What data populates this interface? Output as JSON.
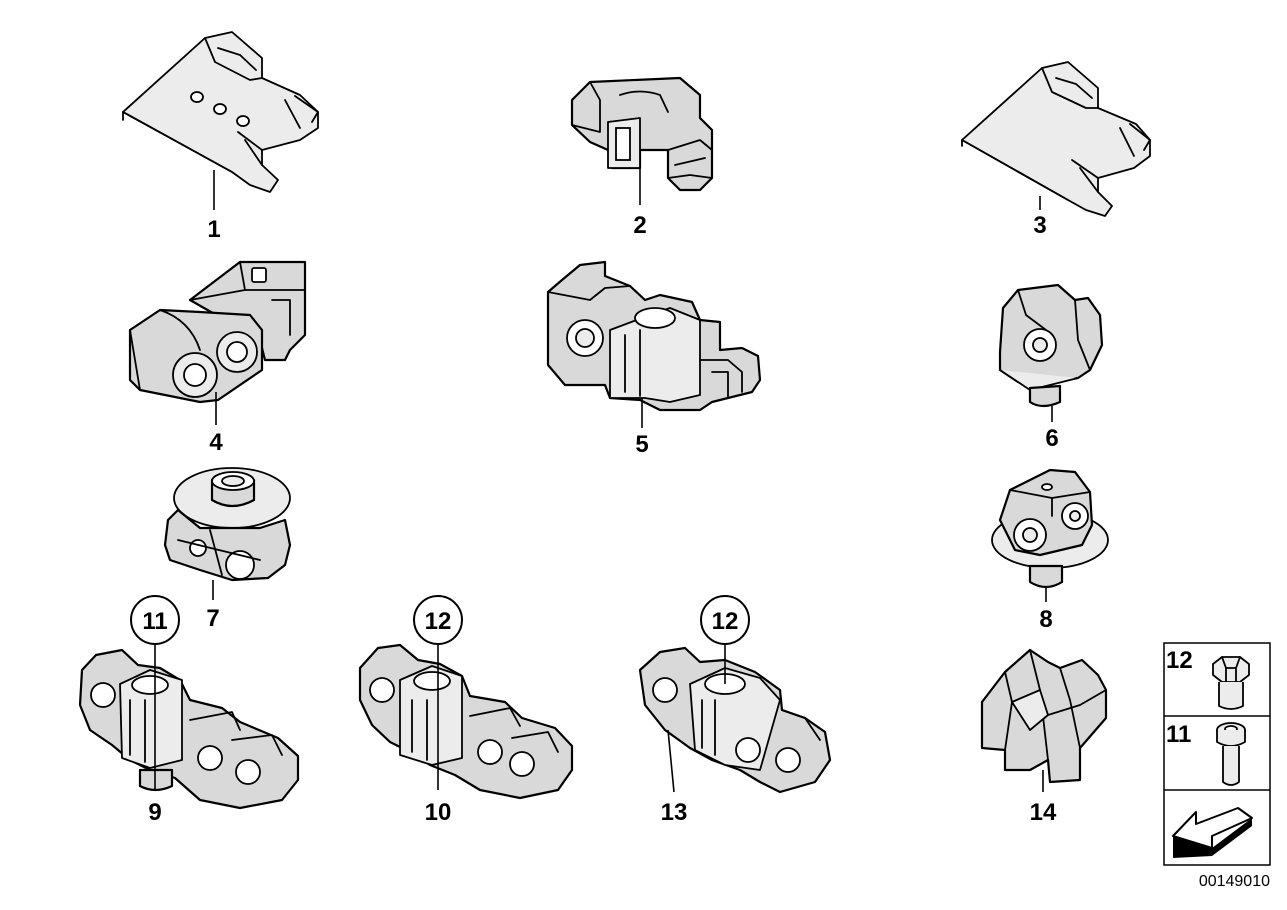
{
  "diagram": {
    "part_numbers": {
      "p1": "1",
      "p2": "2",
      "p3": "3",
      "p4": "4",
      "p5": "5",
      "p6": "6",
      "p7": "7",
      "p8": "8",
      "p9": "9",
      "p10": "10",
      "p13": "13",
      "p14": "14"
    },
    "callouts": {
      "c9": "11",
      "c10": "12",
      "c13": "12"
    },
    "legend": {
      "row_top": "12",
      "row_bottom": "11"
    },
    "drawing_number": "00149010",
    "icons": [
      "hex-bolt-short-icon",
      "hex-bolt-long-icon",
      "direction-arrow-icon"
    ]
  }
}
